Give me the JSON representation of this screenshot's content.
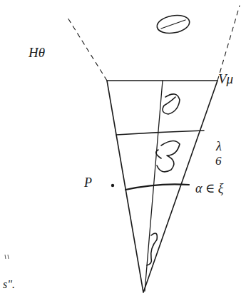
{
  "diagram": {
    "labels": [
      "Hθ",
      "Vμ",
      "λ",
      "6",
      "P",
      "α ∈ ξ",
      "s\"."
    ]
  }
}
